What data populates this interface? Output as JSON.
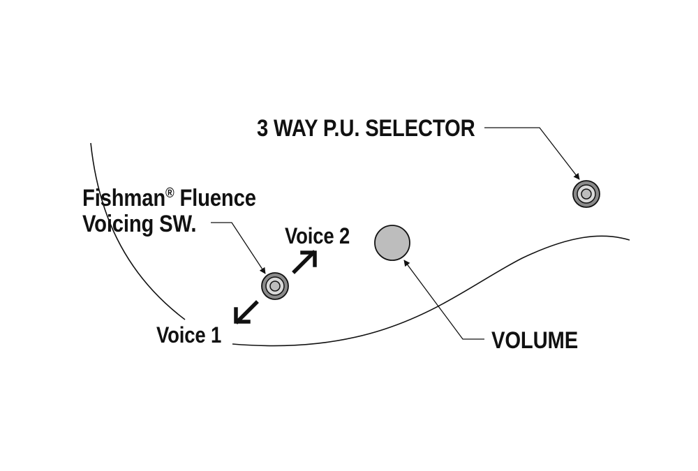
{
  "labels": {
    "selector": "3 WAY P.U. SELECTOR",
    "fishman_brand": "Fishman",
    "registered_mark": "®",
    "fishman_rest": " Fluence",
    "voicing_sw": "Voicing SW.",
    "voice1": "Voice 1",
    "voice2": "Voice 2",
    "volume": "VOLUME"
  },
  "colors": {
    "ink": "#111111",
    "knob_fill": "#bdbdbd",
    "switch_ring": "#8a8a8a",
    "switch_inner": "#d9d9d9",
    "background": "#ffffff"
  },
  "icons": {
    "selector_switch": "toggle-switch-icon",
    "voicing_switch": "toggle-switch-icon",
    "volume_knob": "knob-icon",
    "voice_arrows": "double-arrow-icon"
  }
}
